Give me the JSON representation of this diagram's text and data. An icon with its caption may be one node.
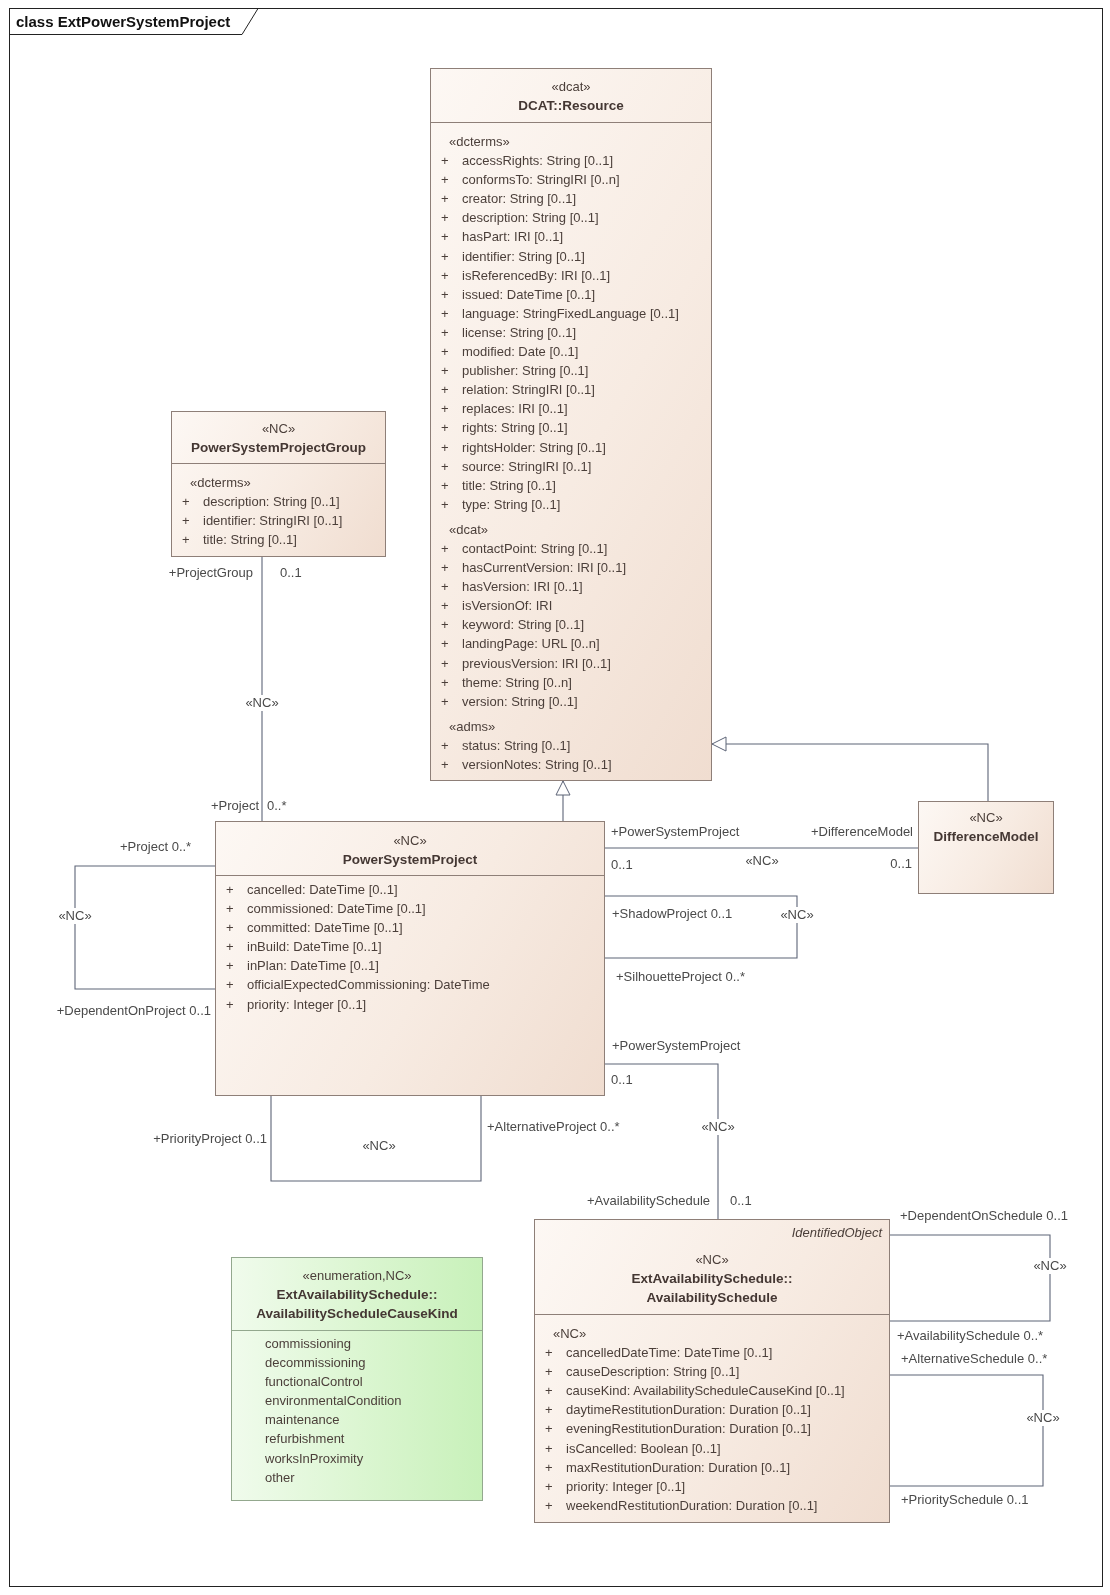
{
  "diagram": {
    "title": "class ExtPowerSystemProject",
    "nodes": [
      {
        "text": [
          "«dcat»",
          "DCAT::Resource",
          "«dcterms»",
          "+ accessRights: String [0..1]",
          "+ conformsTo: StringIRI [0..n]",
          "+ creator: String [0..1]",
          "+ description: String [0..1]",
          "+ hasPart: IRI [0..1]",
          "+ identifier: String [0..1]",
          "+ isReferencedBy: IRI [0..1]",
          "+ issued: DateTime [0..1]",
          "+ language: StringFixedLanguage [0..1]",
          "+ license: String [0..1]",
          "+ modified: Date [0..1]",
          "+ publisher: String [0..1]",
          "+ relation: StringIRI [0..1]",
          "+ replaces: IRI [0..1]",
          "+ rights: String [0..1]",
          "+ rightsHolder: String [0..1]",
          "+ source: StringIRI [0..1]",
          "+ title: String [0..1]",
          "+ type: String [0..1]",
          "«dcat»",
          "+ contactPoint: String [0..1]",
          "+ hasCurrentVersion: IRI [0..1]",
          "+ hasVersion: IRI [0..1]",
          "+ isVersionOf: IRI",
          "+ keyword: String [0..1]",
          "+ landingPage: URL [0..n]",
          "+ previousVersion: IRI [0..1]",
          "+ theme: String [0..n]",
          "+ version: String [0..1]",
          "«adms»",
          "+ status: String [0..1]",
          "+ versionNotes: String [0..1]"
        ]
      },
      {
        "text": [
          "«NC»",
          "PowerSystemProjectGroup",
          "«dcterms»",
          "+ description: String [0..1]",
          "+ identifier: StringIRI [0..1]",
          "+ title: String [0..1]"
        ]
      },
      {
        "text": [
          "«NC»",
          "PowerSystemProject",
          "+ cancelled: DateTime [0..1]",
          "+ commissioned: DateTime [0..1]",
          "+ committed: DateTime [0..1]",
          "+ inBuild: DateTime [0..1]",
          "+ inPlan: DateTime [0..1]",
          "+ officialExpectedCommissioning: DateTime",
          "+ priority: Integer [0..1]"
        ]
      },
      {
        "text": [
          "«NC»",
          "DifferenceModel"
        ]
      },
      {
        "text": [
          "IdentifiedObject",
          "«NC»",
          "ExtAvailabilitySchedule:: AvailabilitySchedule",
          "«NC»",
          "+ cancelledDateTime: DateTime [0..1]",
          "+ causeDescription: String [0..1]",
          "+ causeKind: AvailabilityScheduleCauseKind [0..1]",
          "+ daytimeRestitutionDuration: Duration [0..1]",
          "+ eveningRestitutionDuration: Duration [0..1]",
          "+ isCancelled: Boolean [0..1]",
          "+ maxRestitutionDuration: Duration [0..1]",
          "+ priority: Integer [0..1]",
          "+ weekendRestitutionDuration: Duration [0..1]"
        ]
      },
      {
        "text": [
          "«enumeration,NC»",
          "ExtAvailabilitySchedule:: AvailabilityScheduleCauseKind",
          "commissioning",
          "decommissioning",
          "functionalControl",
          "environmentalCondition",
          "maintenance",
          "refurbishment",
          "worksInProximity",
          "other"
        ]
      }
    ],
    "edges": [
      {
        "from": 2,
        "to": 0,
        "arrow": "to"
      },
      {
        "from": 3,
        "to": 0,
        "arrow": "to"
      },
      {
        "from": 1,
        "to": 2,
        "arrow": "none",
        "label": "«NC»"
      },
      {
        "from": 2,
        "to": 3,
        "arrow": "none",
        "label": "«NC»"
      },
      {
        "from": 2,
        "to": 2,
        "arrow": "none",
        "label": "«NC»"
      },
      {
        "from": 2,
        "to": 2,
        "arrow": "none",
        "label": "«NC»"
      },
      {
        "from": 2,
        "to": 2,
        "arrow": "none",
        "label": "«NC»"
      },
      {
        "from": 2,
        "to": 4,
        "arrow": "none",
        "label": "«NC»"
      },
      {
        "from": 4,
        "to": 4,
        "arrow": "none",
        "label": "«NC»"
      },
      {
        "from": 4,
        "to": 4,
        "arrow": "none",
        "label": "«NC»"
      }
    ],
    "labels": [
      "+ProjectGroup",
      "0..1",
      "+Project",
      "0..*",
      "+PowerSystemProject",
      "+DifferenceModel",
      "+Project 0..*",
      "0..1",
      "0..1",
      "+ShadowProject 0..1",
      "+SilhouetteProject 0..*",
      "+DependentOnProject 0..1",
      "+PowerSystemProject",
      "0..1",
      "+AlternativeProject 0..*",
      "+PriorityProject 0..1",
      "+AvailabilitySchedule",
      "0..1",
      "+DependentOnSchedule 0..1",
      "+AvailabilitySchedule 0..*",
      "+AlternativeSchedule 0..*",
      "+PrioritySchedule 0..1"
    ]
  }
}
